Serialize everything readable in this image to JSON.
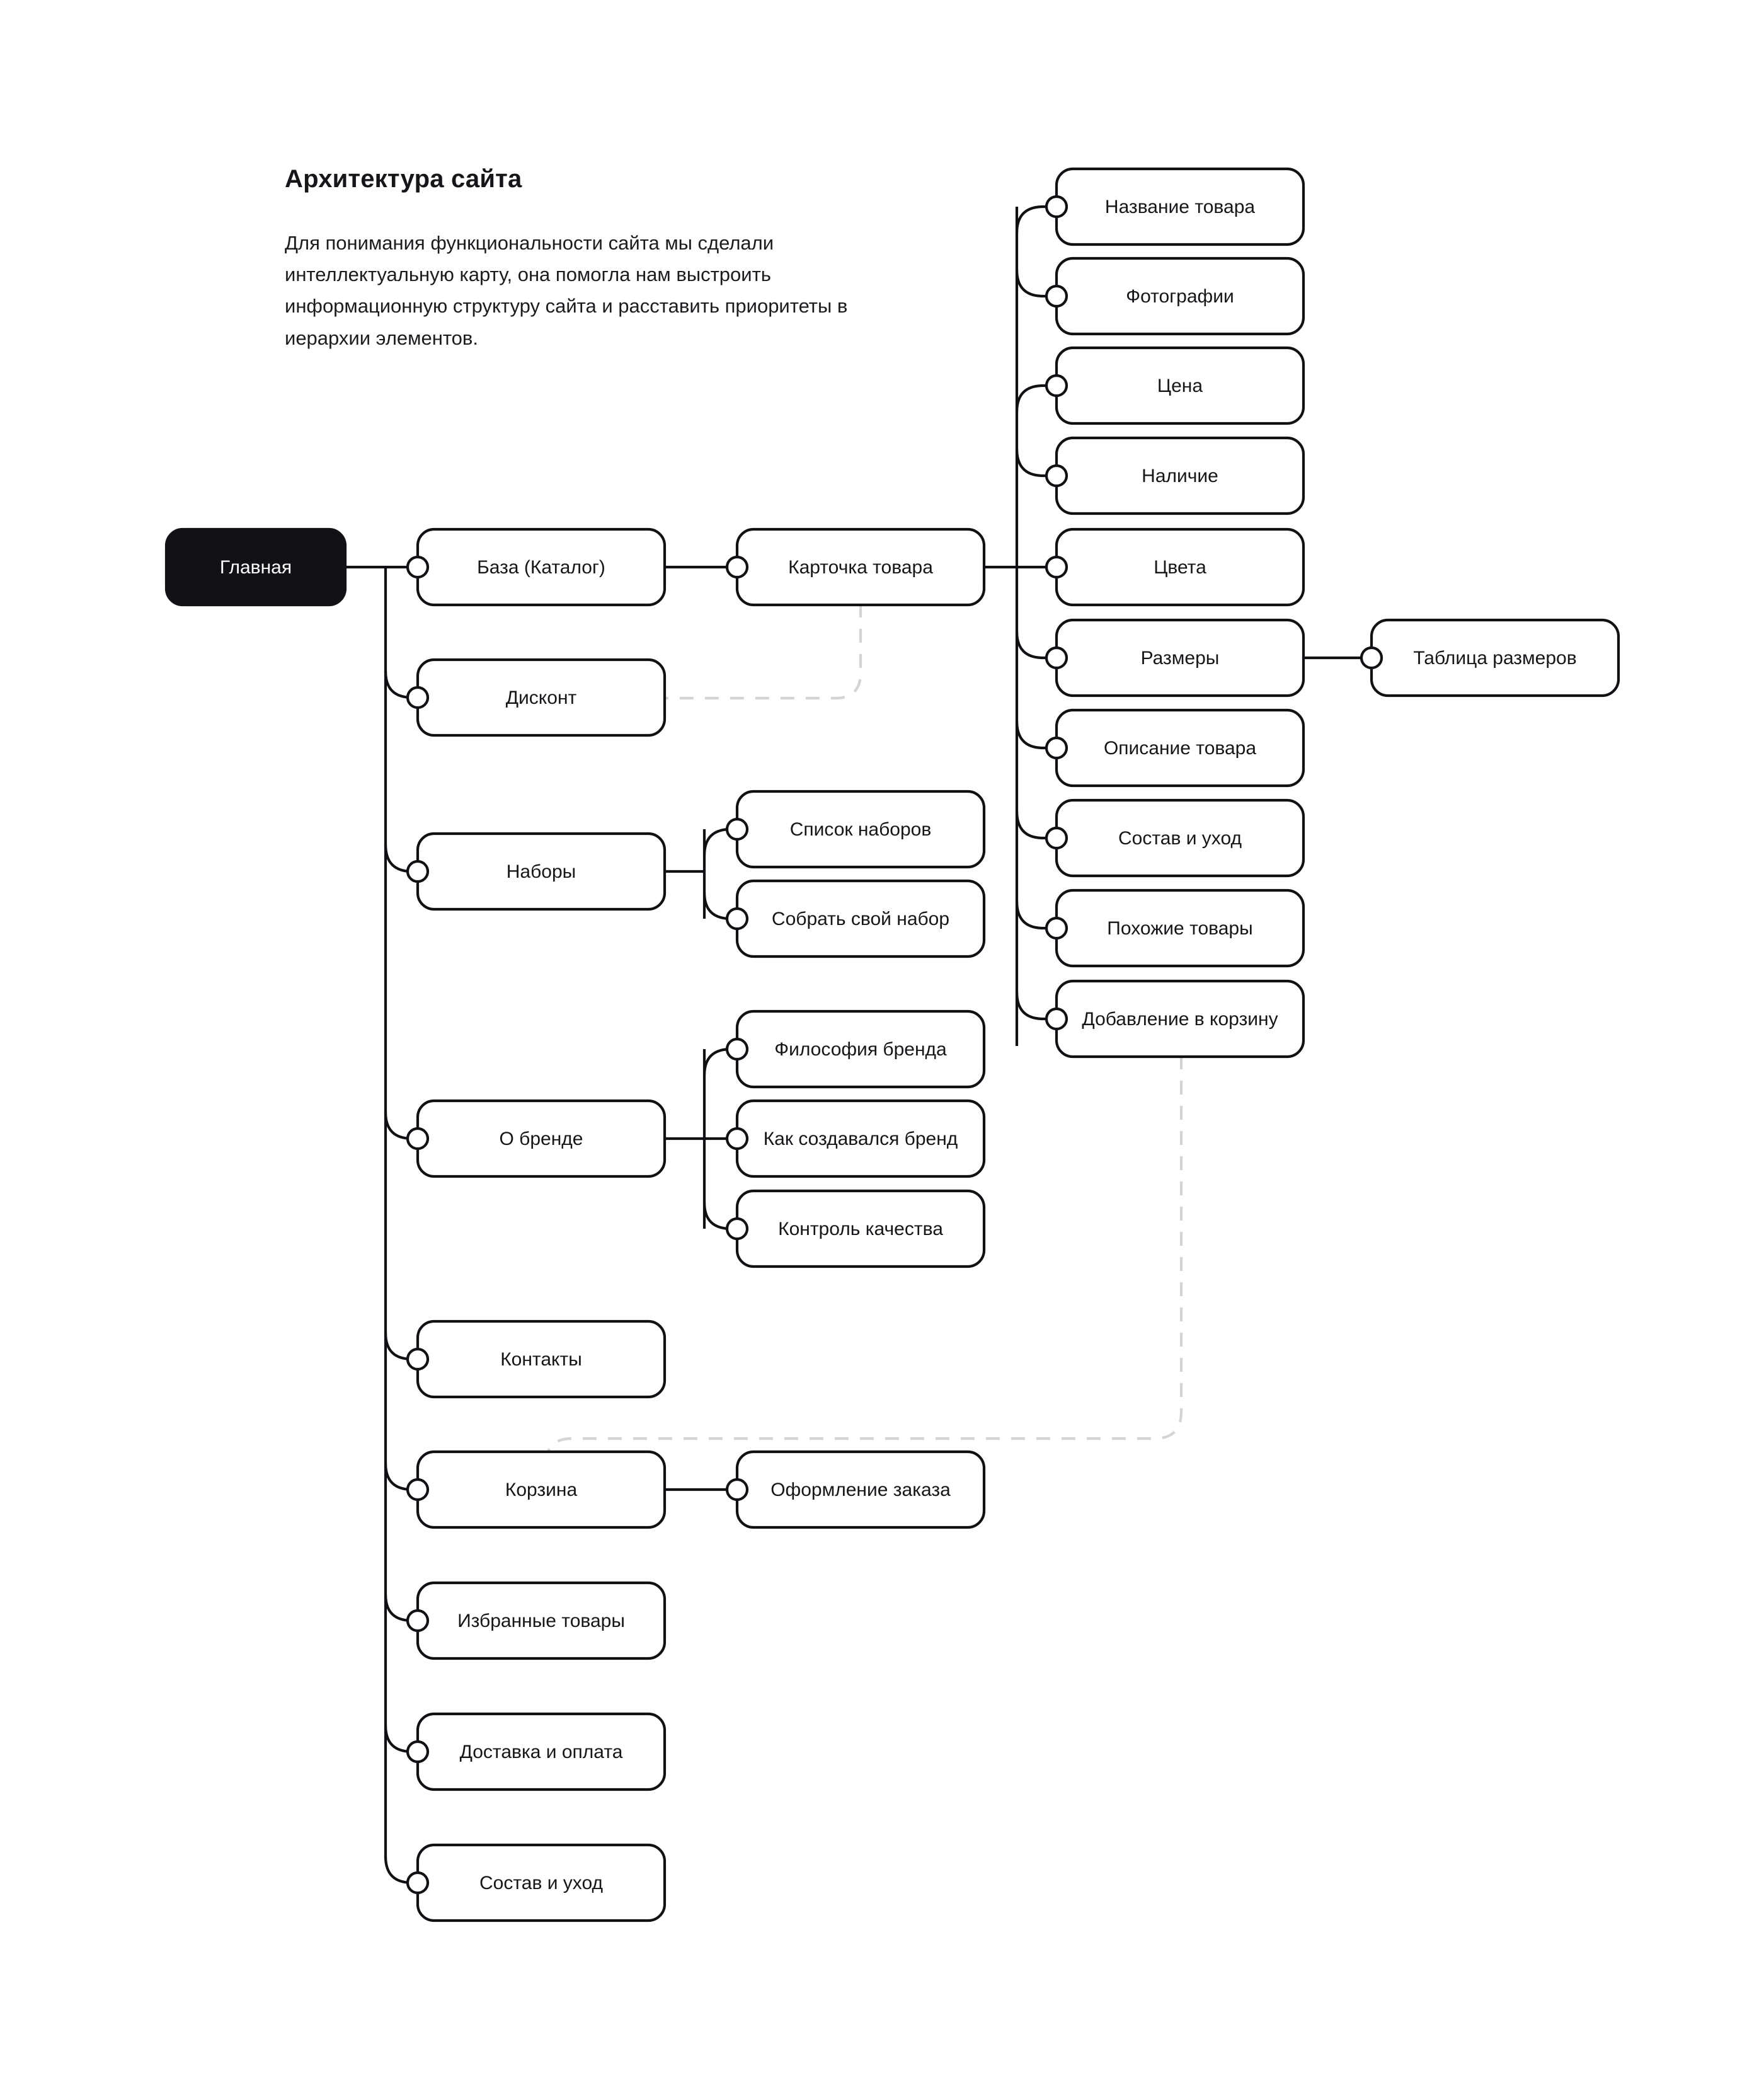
{
  "intro": {
    "title": "Архитектура сайта",
    "description": "Для понимания функциональности сайта мы сделали интеллектуальную карту, она помогла нам выстроить информационную структуру сайта и расставить приоритеты в иерархии элементов."
  },
  "diagram": {
    "type": "sitemap-tree",
    "root": {
      "label": "Главная",
      "style": "filled-dark"
    },
    "colors": {
      "root_bg": "#111216",
      "root_text": "#ffffff",
      "node_stroke": "#101114",
      "node_bg": "#ffffff",
      "text": "#15161a",
      "dashed_link": "#d3d4d6"
    },
    "nodes": {
      "home": "Главная",
      "catalog": "База (Каталог)",
      "discount": "Дисконт",
      "sets": "Наборы",
      "about": "О бренде",
      "contacts": "Контакты",
      "cart": "Корзина",
      "favorites": "Избранные товары",
      "delivery": "Доставка и оплата",
      "care": "Состав и уход",
      "product_card": "Карточка товара",
      "sets_list": "Список наборов",
      "sets_build": "Собрать свой набор",
      "brand_philosophy": "Философия бренда",
      "brand_history": "Как создавался бренд",
      "brand_quality": "Контроль качества",
      "checkout": "Оформление заказа",
      "p_name": "Название товара",
      "p_photos": "Фотографии",
      "p_price": "Цена",
      "p_stock": "Наличие",
      "p_colors": "Цвета",
      "p_sizes": "Размеры",
      "p_description": "Описание товара",
      "p_care": "Состав и уход",
      "p_similar": "Похожие товары",
      "p_addcart": "Добавление в корзину",
      "size_table": "Таблица размеров"
    },
    "edges": [
      {
        "from": "home",
        "to": "catalog",
        "style": "solid"
      },
      {
        "from": "home",
        "to": "discount",
        "style": "solid"
      },
      {
        "from": "home",
        "to": "sets",
        "style": "solid"
      },
      {
        "from": "home",
        "to": "about",
        "style": "solid"
      },
      {
        "from": "home",
        "to": "contacts",
        "style": "solid"
      },
      {
        "from": "home",
        "to": "cart",
        "style": "solid"
      },
      {
        "from": "home",
        "to": "favorites",
        "style": "solid"
      },
      {
        "from": "home",
        "to": "delivery",
        "style": "solid"
      },
      {
        "from": "home",
        "to": "care",
        "style": "solid"
      },
      {
        "from": "catalog",
        "to": "product_card",
        "style": "solid"
      },
      {
        "from": "sets",
        "to": "sets_list",
        "style": "solid"
      },
      {
        "from": "sets",
        "to": "sets_build",
        "style": "solid"
      },
      {
        "from": "about",
        "to": "brand_philosophy",
        "style": "solid"
      },
      {
        "from": "about",
        "to": "brand_history",
        "style": "solid"
      },
      {
        "from": "about",
        "to": "brand_quality",
        "style": "solid"
      },
      {
        "from": "cart",
        "to": "checkout",
        "style": "solid"
      },
      {
        "from": "product_card",
        "to": "p_name",
        "style": "solid"
      },
      {
        "from": "product_card",
        "to": "p_photos",
        "style": "solid"
      },
      {
        "from": "product_card",
        "to": "p_price",
        "style": "solid"
      },
      {
        "from": "product_card",
        "to": "p_stock",
        "style": "solid"
      },
      {
        "from": "product_card",
        "to": "p_colors",
        "style": "solid"
      },
      {
        "from": "product_card",
        "to": "p_sizes",
        "style": "solid"
      },
      {
        "from": "product_card",
        "to": "p_description",
        "style": "solid"
      },
      {
        "from": "product_card",
        "to": "p_care",
        "style": "solid"
      },
      {
        "from": "product_card",
        "to": "p_similar",
        "style": "solid"
      },
      {
        "from": "product_card",
        "to": "p_addcart",
        "style": "solid"
      },
      {
        "from": "p_sizes",
        "to": "size_table",
        "style": "solid"
      },
      {
        "from": "product_card",
        "to": "discount",
        "style": "dashed"
      },
      {
        "from": "p_addcart",
        "to": "cart",
        "style": "dashed"
      }
    ]
  }
}
